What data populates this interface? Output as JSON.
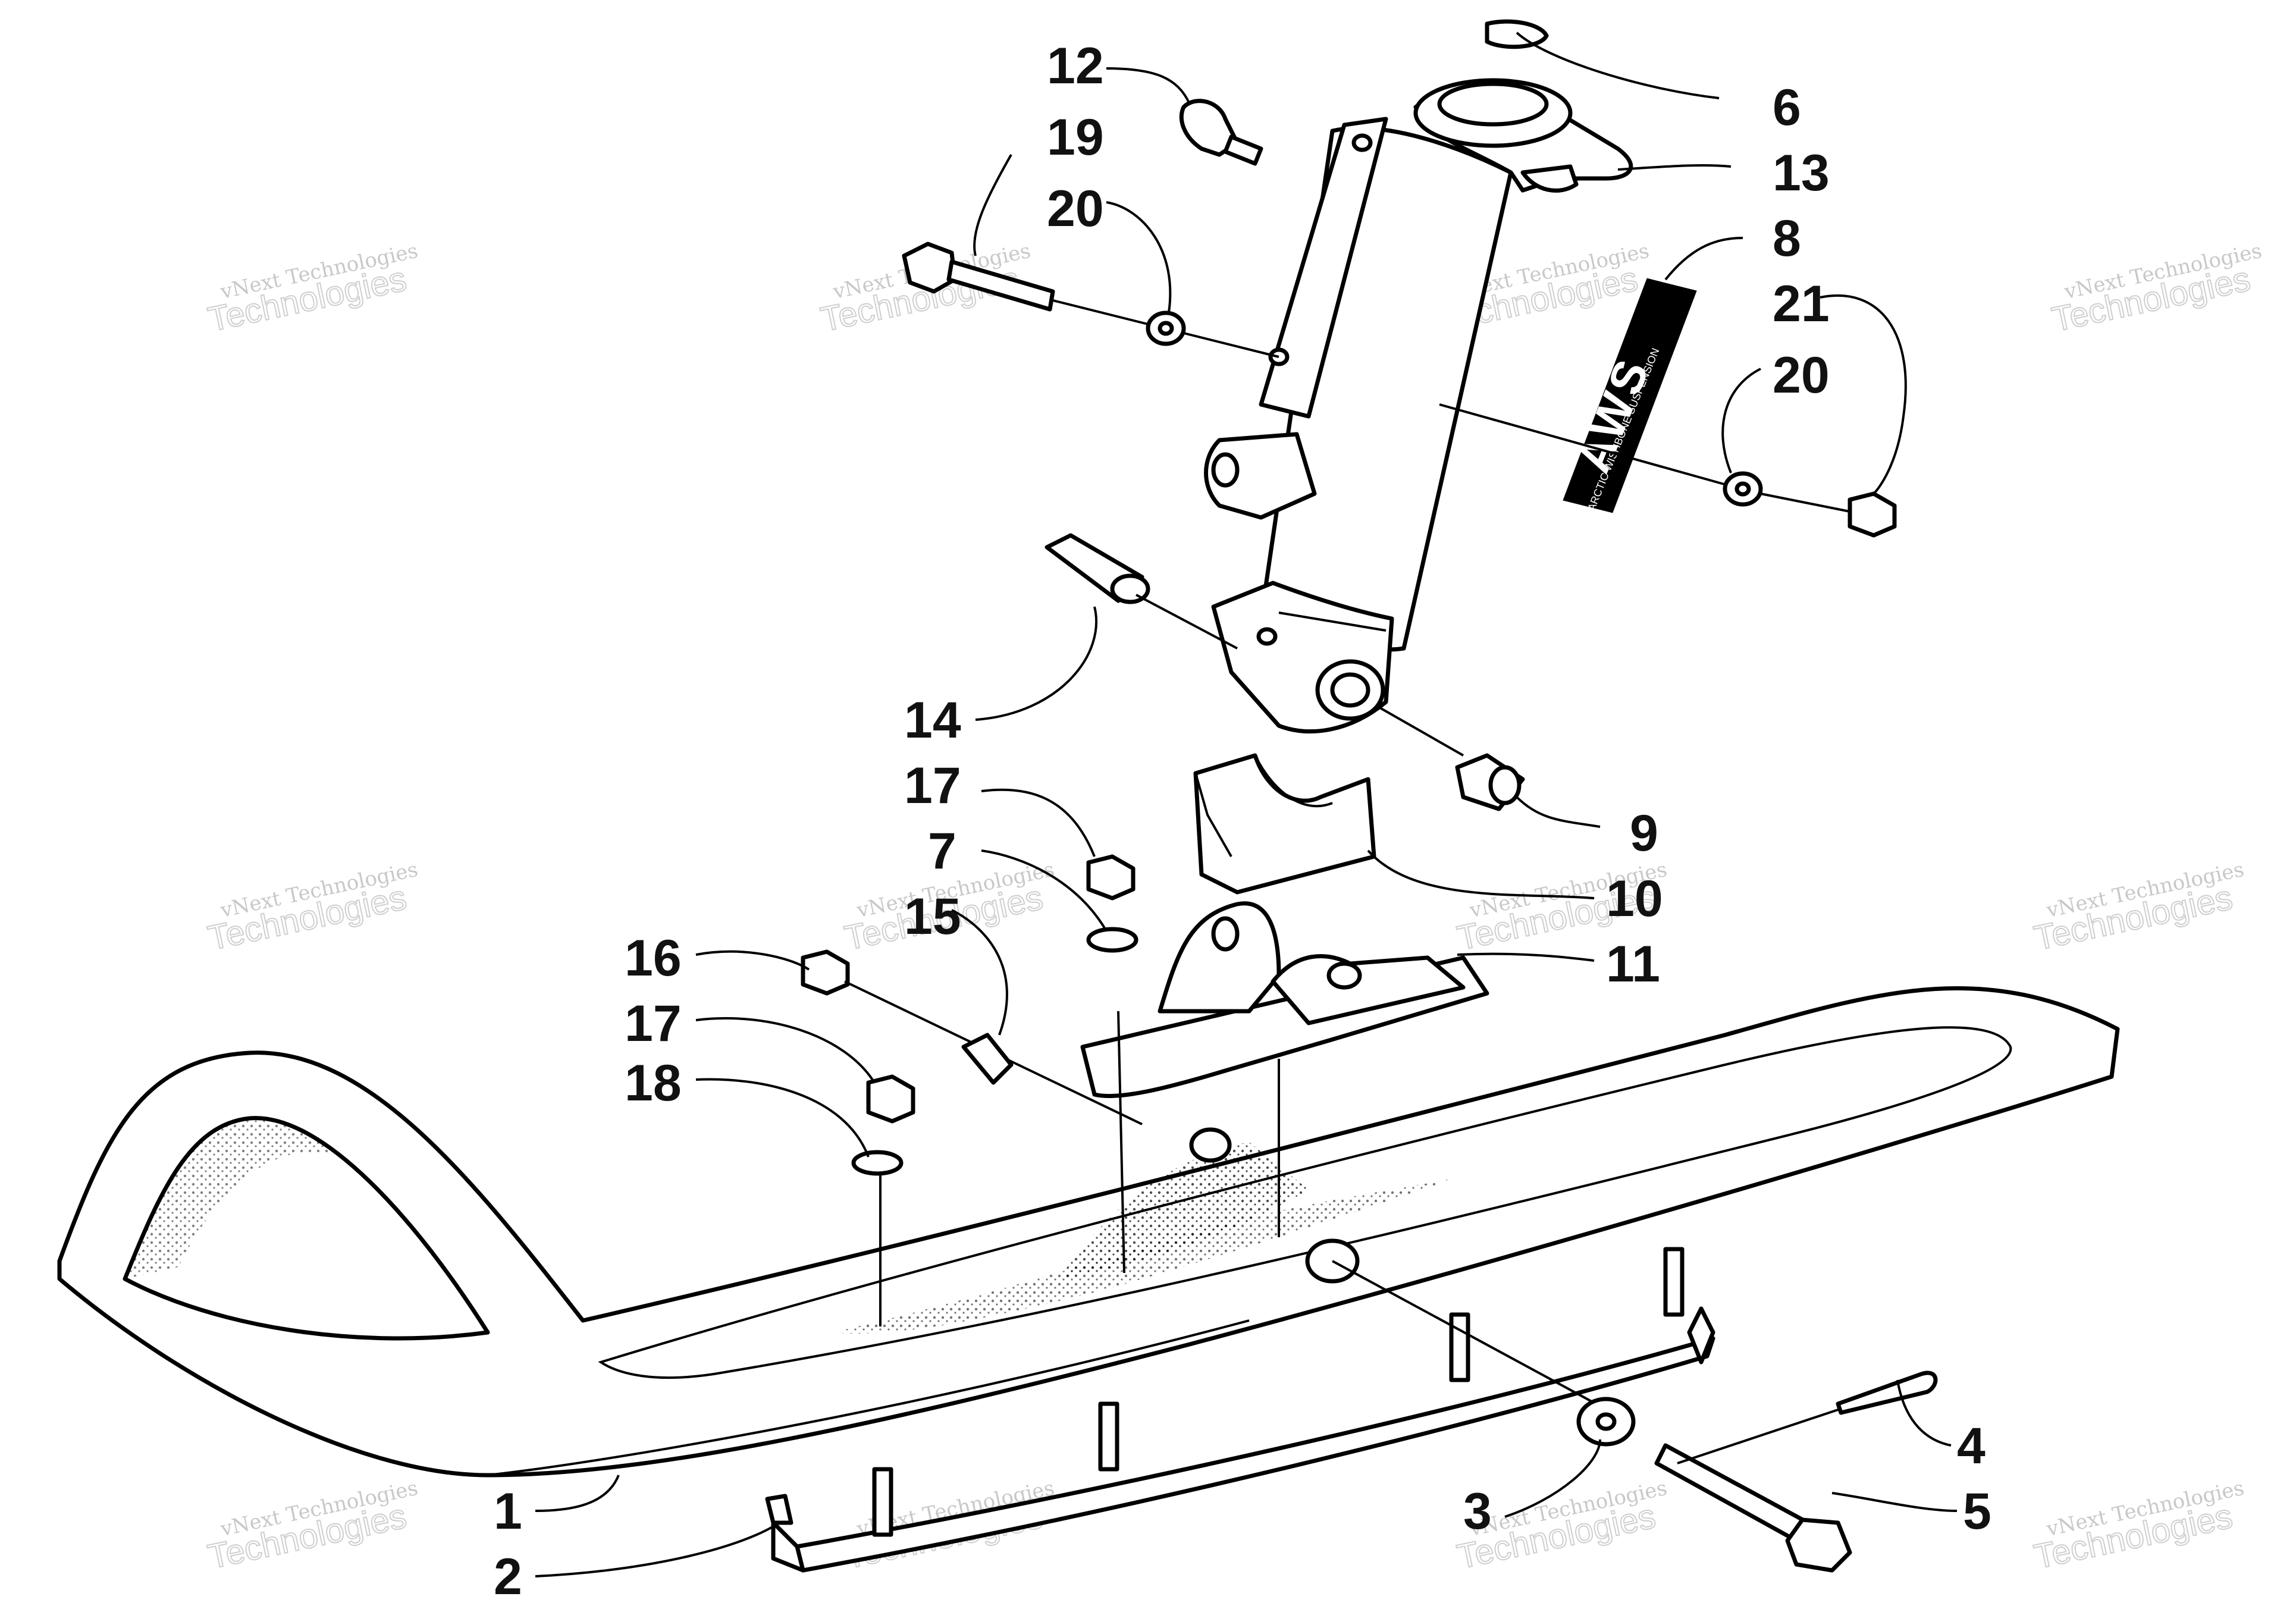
{
  "diagram": {
    "callouts": [
      "1",
      "2",
      "3",
      "4",
      "5",
      "6",
      "7",
      "8",
      "9",
      "10",
      "11",
      "12",
      "13",
      "14",
      "15",
      "16",
      "17",
      "17",
      "18",
      "19",
      "20",
      "20",
      "21"
    ],
    "decal_text": "AWS",
    "decal_subtext": "ARCTIC WISHBONE SUSPENSION",
    "watermark_line1": "vNext Technologies",
    "watermark_line2": "Technologies"
  },
  "colors": {
    "ink": "#000000",
    "paper": "#ffffff",
    "watermark": "#cccccc"
  }
}
